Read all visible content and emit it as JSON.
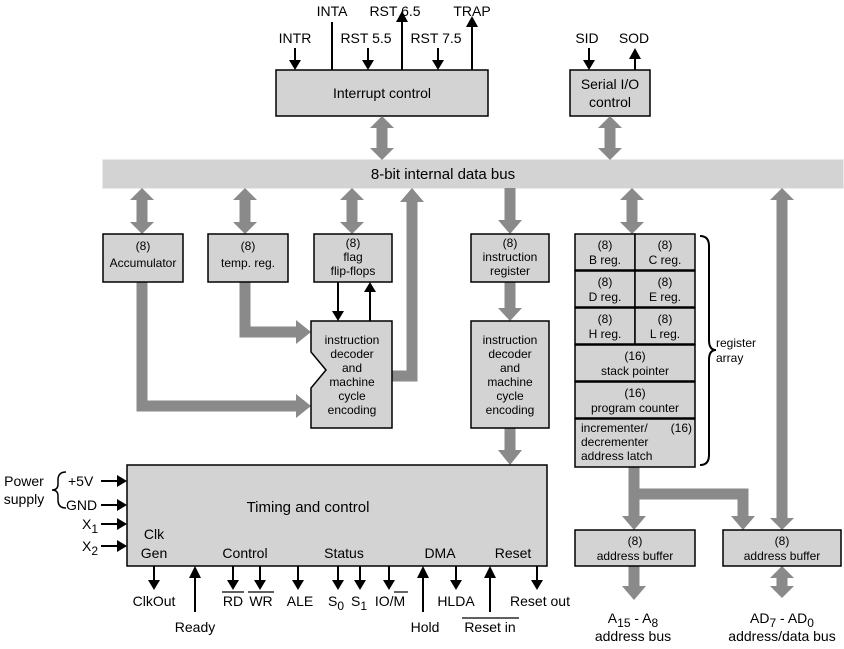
{
  "signals": {
    "inta": "INTA",
    "intr": "INTR",
    "rst55": "RST 5.5",
    "rst65": "RST 6.5",
    "rst75": "RST 7.5",
    "trap": "TRAP",
    "sid": "SID",
    "sod": "SOD"
  },
  "blocks": {
    "interrupt_control": "Interrupt control",
    "serial_io": [
      "Serial I/O",
      "control"
    ],
    "data_bus": "8-bit internal data bus",
    "accumulator": [
      "(8)",
      "Accumulator"
    ],
    "temp_reg": [
      "(8)",
      "temp. reg."
    ],
    "flag": [
      "(8)",
      "flag",
      "flip-flops"
    ],
    "instruction_register": [
      "(8)",
      "instruction",
      "register"
    ],
    "decoder_left": [
      "instruction",
      "decoder",
      "and",
      "machine",
      "cycle",
      "encoding"
    ],
    "decoder_mid": [
      "instruction",
      "decoder",
      "and",
      "machine",
      "cycle",
      "encoding"
    ],
    "timing": "Timing and control",
    "clk_gen": [
      "Clk",
      "Gen"
    ],
    "control": "Control",
    "status": "Status",
    "dma": "DMA",
    "reset": "Reset"
  },
  "registers": {
    "b": [
      "(8)",
      "B reg."
    ],
    "c": [
      "(8)",
      "C reg."
    ],
    "d": [
      "(8)",
      "D reg."
    ],
    "e": [
      "(8)",
      "E reg."
    ],
    "h": [
      "(8)",
      "H reg."
    ],
    "l": [
      "(8)",
      "L reg."
    ],
    "sp": [
      "(16)",
      "stack pointer"
    ],
    "pc": [
      "(16)",
      "program counter"
    ],
    "inc": [
      "incrementer/",
      "decrementer",
      "address latch"
    ],
    "inc_width": "(16)",
    "array_label": [
      "register",
      "array"
    ]
  },
  "buffers": {
    "high": [
      "(8)",
      "address buffer"
    ],
    "low": [
      "(8)",
      "address buffer"
    ]
  },
  "power": {
    "label": [
      "Power",
      "supply"
    ],
    "vcc": "+5V",
    "gnd": "GND",
    "x1": "X",
    "x1_sub": "1",
    "x2": "X",
    "x2_sub": "2"
  },
  "outputs": {
    "clkout": "ClkOut",
    "ready": "Ready",
    "rd": "RD",
    "wr": "WR",
    "ale": "ALE",
    "s": "S",
    "s0_sub": "0",
    "s1_sub": "1",
    "iom_io": "IO/",
    "iom_m": "M",
    "hold": "Hold",
    "hlda": "HLDA",
    "reset_in": "Reset in",
    "reset_out": "Reset out"
  },
  "buses": {
    "a_hi": "A",
    "a_hi_sub": "15",
    "a_sep": " - A",
    "a_lo_sub": "8",
    "addr_bus": "address bus",
    "ad_hi": "AD",
    "ad_hi_sub": "7",
    "ad_sep": " - AD",
    "ad_lo_sub": "0",
    "addr_data_bus": "address/data bus"
  }
}
